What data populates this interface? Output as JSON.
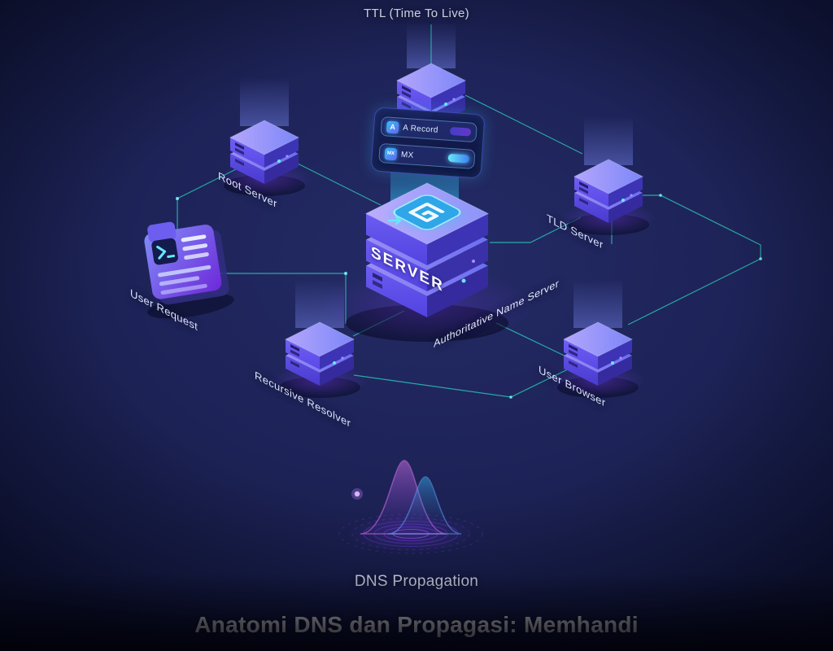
{
  "page": {
    "title": "Anatomi DNS dan Propagasi: Memhandi",
    "subtitle": "DNS Propagation"
  },
  "diagram": {
    "ttl_label": "TTL (Time To Live)",
    "server_label": "SERVER",
    "authoritative_label": "Authoritative Name Server",
    "nodes": {
      "root_server": "Root Server",
      "tld_server": "TLD Server",
      "user_request": "User Request",
      "recursive_resolver": "Recursive Resolver",
      "user_browser": "User Browser"
    },
    "records_panel": {
      "rows": [
        {
          "icon": "A",
          "label": "A Record"
        },
        {
          "icon": "MX",
          "label": "MX"
        }
      ]
    }
  },
  "icons": {
    "server_top": "spiral-chip-icon",
    "user_request": "terminal-browser-icon",
    "record_a": "a-record-icon",
    "record_mx": "mx-record-icon"
  },
  "colors": {
    "background": "#1d2357",
    "connector_teal": "#2dd4bf",
    "server_purple": "#6d5ef0",
    "glow_cyan": "#38bdf8",
    "wave_magenta": "#e879f9",
    "wave_blue": "#60a5fa"
  }
}
